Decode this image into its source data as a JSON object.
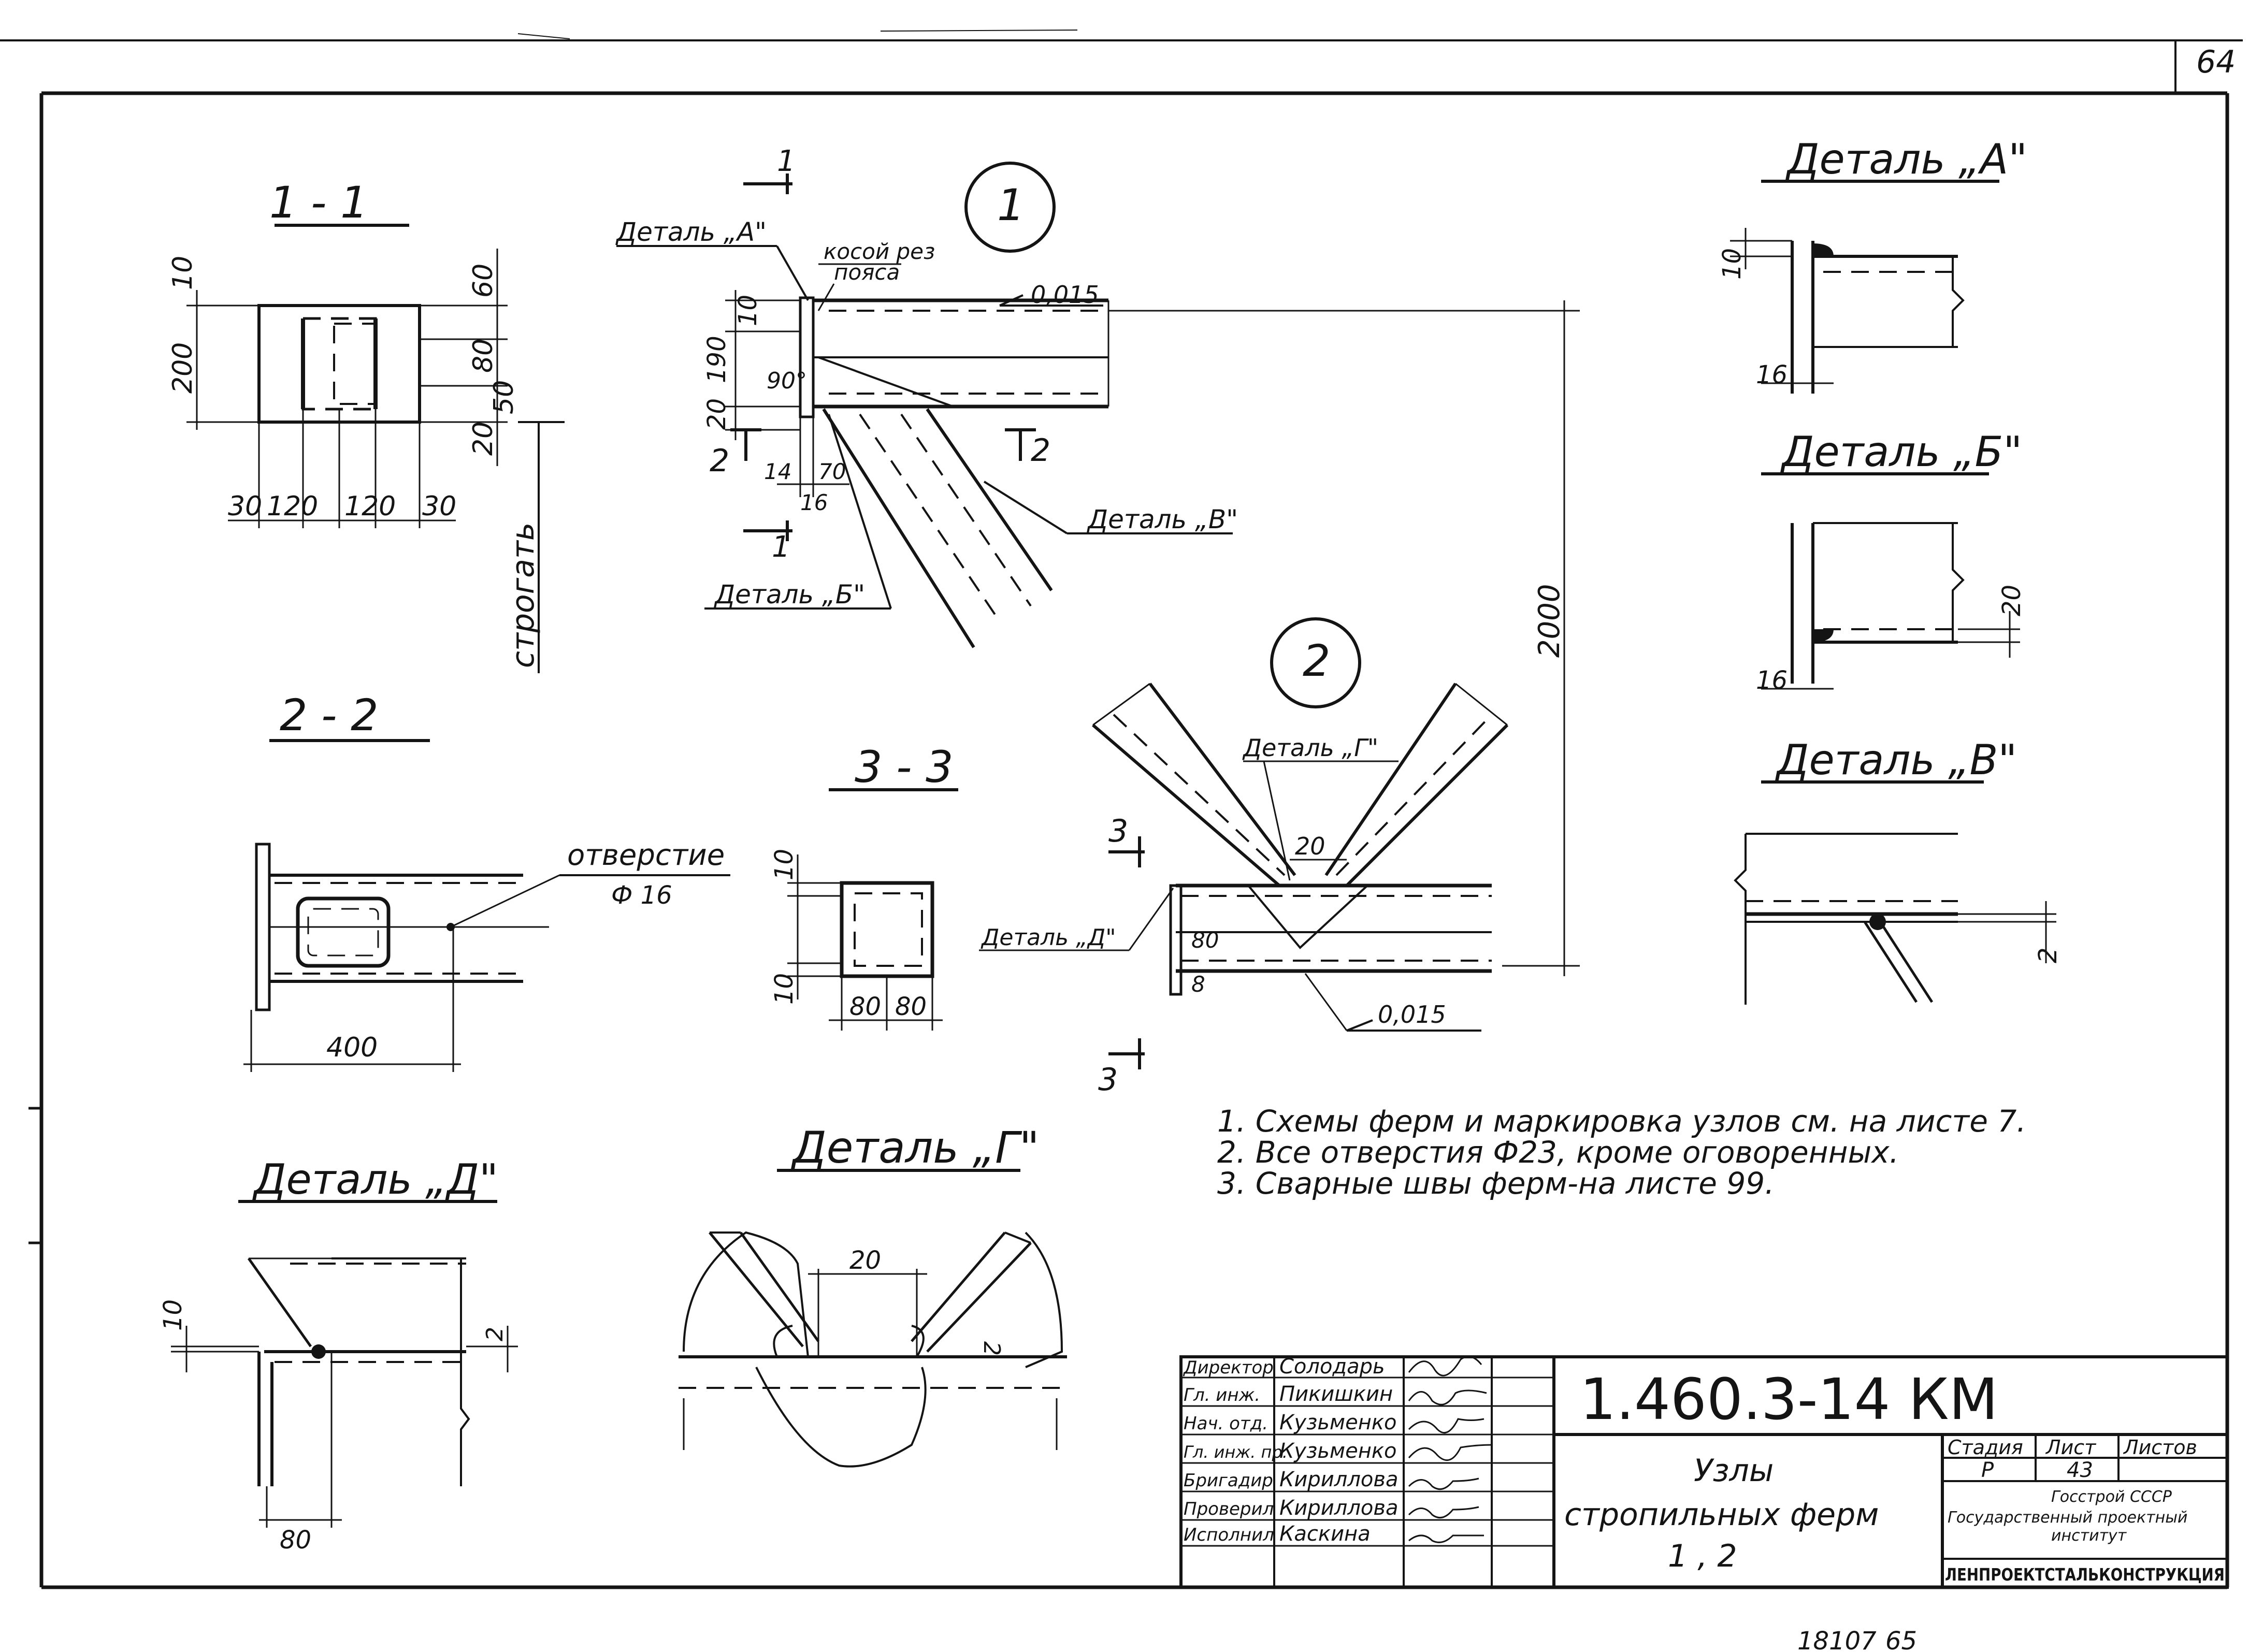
{
  "sheet": {
    "page_number": "64",
    "bottom_stamp": "18107",
    "bottom_page": "65"
  },
  "sections": {
    "s11": "1 - 1",
    "s22": "2 - 2",
    "s33": "3 - 3"
  },
  "details": {
    "a": "Деталь „А\"",
    "b": "Деталь „Б\"",
    "v": "Деталь „В\"",
    "g": "Деталь „Г\"",
    "d": "Деталь „Д\""
  },
  "nodes": {
    "n1": "1",
    "n2": "2"
  },
  "callouts": {
    "c_a": "Деталь „А\"",
    "c_kosoi1": "косой рез",
    "c_kosoi2": "пояса",
    "c_v": "Деталь „В\"",
    "c_b": "Деталь „Б\"",
    "c_g": "Деталь „Г\"",
    "c_d": "Деталь „Д\"",
    "hole1": "отверстие",
    "hole2": "Ф 16",
    "strogat": "строгать",
    "slope1": "0,015",
    "slope2": "0,015",
    "angle": "90°"
  },
  "dims": {
    "d10a": "10",
    "d200": "200",
    "d60": "60",
    "d80a": "80",
    "d50": "50",
    "d20a": "20",
    "d30a": "30",
    "d120a": "120",
    "d120b": "120",
    "d30b": "30",
    "d10b": "10",
    "d190": "190",
    "d20b": "20",
    "d14": "14",
    "d16a": "16",
    "d70": "70",
    "d2000": "2000",
    "d10c": "10",
    "d16b": "16",
    "d20c": "20",
    "d16c": "16",
    "d2a": "2",
    "d400": "400",
    "d10d": "10",
    "d10e": "10",
    "d80b": "80",
    "d80c": "80",
    "d20d": "20",
    "d80d": "80",
    "d8": "8",
    "d10f": "10",
    "d2b": "2",
    "d80e": "80",
    "d20e": "20",
    "d2c": "2"
  },
  "cut_marks": {
    "m1a": "1",
    "m1b": "1",
    "m2a": "2",
    "m2b": "2",
    "m3a": "3",
    "m3b": "3"
  },
  "notes": [
    "1. Схемы ферм и маркировка узлов см. на листе 7.",
    "2. Все отверстия Ф23, кроме оговоренных.",
    "3. Сварные швы ферм-на листе 99."
  ],
  "title_block": {
    "code": "1.460.3-14 КМ",
    "title_line1": "Узлы",
    "title_line2": "стропильных ферм",
    "title_line3": "1 , 2",
    "roles": [
      "Директор",
      "Гл. инж.",
      "Нач. отд.",
      "Гл. инж. пр.",
      "Бригадир",
      "Проверил",
      "Исполнил"
    ],
    "names": [
      "Солодарь",
      "Пикишкин",
      "Кузьменко",
      "Кузьменко",
      "Кириллова",
      "Кириллова",
      "Каскина"
    ],
    "stage_label": "Стадия",
    "sheet_label": "Лист",
    "sheets_label": "Листов",
    "stage": "Р",
    "sheet": "43",
    "org1": "Госстрой СССР",
    "org2": "Государственный проектный",
    "org3": "институт",
    "org4": "ЛЕНПРОЕКТСТАЛЬКОНСТРУКЦИЯ"
  }
}
